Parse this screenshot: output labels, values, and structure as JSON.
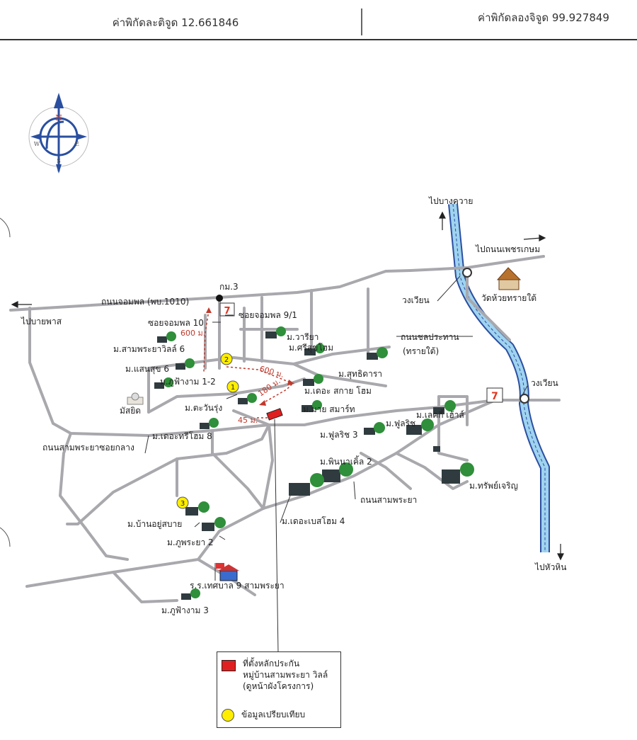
{
  "header": {
    "latitude_label": "ค่าพิกัดละติจูด 12.661846",
    "longitude_label": "ค่าพิกัดลองจิจูด 99.927849"
  },
  "compass": {
    "north": "N",
    "east": "E",
    "west": "W",
    "south": "S"
  },
  "directions": {
    "to_bang_khwai": "ไปบางควาย",
    "to_phetkasem": "ไปถนนเพชรเกษม",
    "to_ban_phas": "ไปบายพาส",
    "to_hua_hin": "ไปหัวหิน"
  },
  "roads": {
    "chom_phon": "ถนนจอมพล (พบ.1010)",
    "km3": "กม.3",
    "soi_9_1": "ซอยจอมพล 9/1",
    "soi_10": "ซอยจอมพล 10",
    "chon_prathan": "ถนนชลประทาน",
    "chon_prathan_sub": "(ทรายใต้)",
    "sam_phraya_middle": "ถนนสามพระยาซอยกลาง",
    "sam_phraya": "ถนนสามพระยา"
  },
  "landmarks": {
    "roundabout_1": "วงเวียน",
    "roundabout_2": "วงเวียน",
    "temple": "วัดห้วยทรายใต้",
    "mosque": "มัสยิด",
    "school": "ร.ร.เทศบาล 9 สามพระยา"
  },
  "villages": {
    "v_wariya": "ม.วารียา",
    "v_srisukhome": "ม.ศรีสุขโฮม",
    "v_sutthidara": "ม.สุทธิดารา",
    "v_sampraya_villa6": "ม.สามพระยาวิลล์ 6",
    "v_saensuk6": "ม.แสนสุข 6",
    "v_phufangam12": "ม.ภูฟ้างาม 1-2",
    "v_the_sky_home": "ม.เดอะ สกาย โฮม",
    "v_tawanrung": "ม.ตะวันรุ่ง",
    "v_my_smart": "ม.มาย สมาร์ท",
    "v_the_tree_home8": "ม.เดอะทรีโฮม 8",
    "v_fullrich3": "ม.ฟูลริช 3",
    "v_fullrich": "ม.ฟูลริช",
    "v_lucky_house": "ม.เลคกี้ เฮ้าส์",
    "v_pinnacle2": "ม.พินนาเคิ้ล 2",
    "v_sapcharoen": "ม.ทรัพย์เจริญ",
    "v_ban_yusabai": "ม.บ้านอยู่สบาย",
    "v_phuphraya2": "ม.ภูพระยา 2",
    "v_the_base_home4": "ม.เดอะเบสโฮม 4",
    "v_phufangam3": "ม.ภูฟ้างาม 3"
  },
  "distances": {
    "d600_left": "600 ม.",
    "d600_right": "600 ม.",
    "d180": "180 ม.",
    "d45": "45 ม."
  },
  "markers": {
    "m1": "1",
    "m2": "2",
    "m3": "3"
  },
  "legend": {
    "project_line1": "ที่ตั้งหลักประกัน",
    "project_line2": "หมู่บ้านสามพระยา วิลล์",
    "project_line3": "(ดูหน้าผังโครงการ)",
    "comparison": "ข้อมูลเปรียบเทียบ"
  },
  "colors": {
    "road": "#a8a8ad",
    "river_fill": "#9fd3ef",
    "river_edge": "#2c4ea0",
    "project_marker": "#e02020",
    "comparison_marker": "#ffee00",
    "distance_text": "#c0392b",
    "house_dark": "#2f3b3f",
    "tree_green": "#2f8f3a"
  }
}
